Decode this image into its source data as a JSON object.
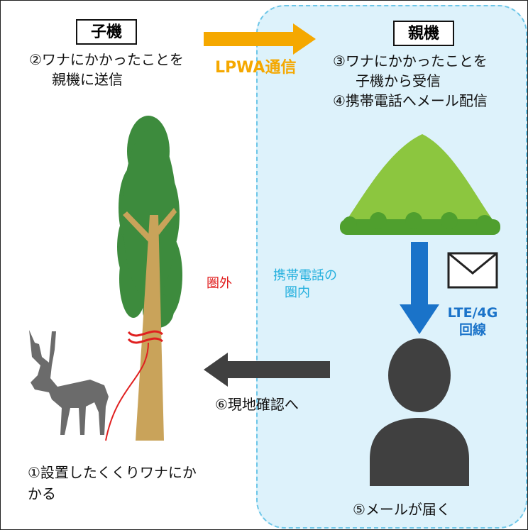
{
  "child": {
    "title": "子機",
    "text1": "②ワナにかかったことを",
    "text2": "親機に送信"
  },
  "link": {
    "label": "LPWA通信"
  },
  "parent": {
    "title": "親機",
    "text1": "③ワナにかかったことを",
    "text2": "子機から受信",
    "text3": "④携帯電話へメール配信"
  },
  "out_of_range": "圏外",
  "in_range": {
    "line1": "携帯電話の",
    "line2": "圏内"
  },
  "lte": {
    "line1": "LTE/4G",
    "line2": "回線"
  },
  "step6": "⑥現地確認へ",
  "step1": {
    "line1": "①設置したくくりワナにか",
    "line2": "かる"
  },
  "step5": "⑤メールが届く",
  "colors": {
    "zone": "#ddf2fb",
    "zone_border": "#6cc6e8",
    "orange": "#f5a800",
    "blue": "#1a73c9",
    "dark": "#404040",
    "tree": "#3d8b3d",
    "trunk": "#c9a35a",
    "mountain": "#8cc63f"
  }
}
